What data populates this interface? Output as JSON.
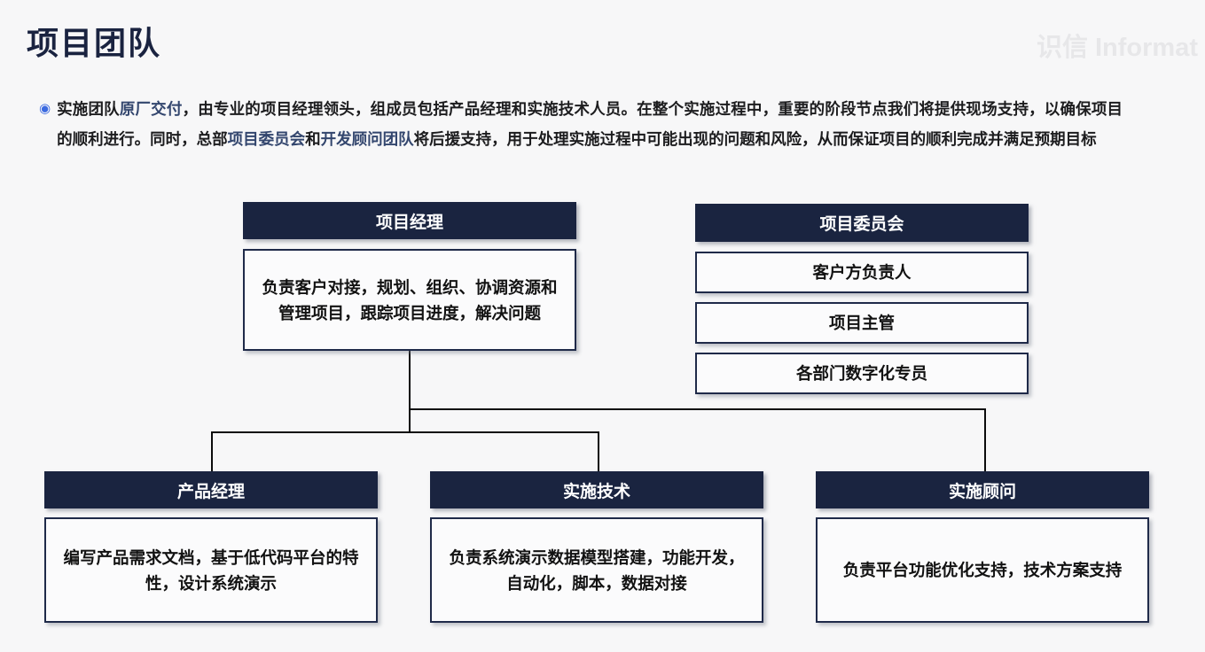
{
  "page": {
    "title": "项目团队",
    "watermark": "识信 Informat"
  },
  "intro": {
    "bullet_icon": "◉",
    "segments": [
      {
        "text": "实施团队",
        "style": "normal"
      },
      {
        "text": "原厂交付",
        "style": "highlight"
      },
      {
        "text": "，由专业的项目经理领头，组成员包括产品经理和实施技术人员。在整个实施过程中，重要的阶段节点我们将提供现场支持，以确保项目的顺利进行。同时，总部",
        "style": "normal"
      },
      {
        "text": "项目委员会",
        "style": "highlight"
      },
      {
        "text": "和",
        "style": "normal"
      },
      {
        "text": "开发顾问团队",
        "style": "highlight"
      },
      {
        "text": "将后援支持，用于处理实施过程中可能出现的问题和风险，从而保证项目的顺利完成并满足预期目标",
        "style": "normal"
      }
    ]
  },
  "org_chart": {
    "project_manager": {
      "title": "项目经理",
      "description": "负责客户对接，规划、组织、协调资源和管理项目，跟踪项目进度，解决问题"
    },
    "committee": {
      "title": "项目委员会",
      "members": [
        "客户方负责人",
        "项目主管",
        "各部门数字化专员"
      ]
    },
    "teams": [
      {
        "title": "产品经理",
        "description": "编写产品需求文档，基于低代码平台的特性，设计系统演示"
      },
      {
        "title": "实施技术",
        "description": "负责系统演示数据模型搭建，功能开发，自动化，脚本，数据对接"
      },
      {
        "title": "实施顾问",
        "description": "负责平台功能优化支持，技术方案支持"
      }
    ]
  },
  "colors": {
    "navy": "#1a2440",
    "highlight_text": "#33466e",
    "bullet_blue": "#3b6ae0",
    "background": "#f7f7f8",
    "watermark_gray": "#e7e7e9",
    "connector_black": "#0c0c0c"
  }
}
